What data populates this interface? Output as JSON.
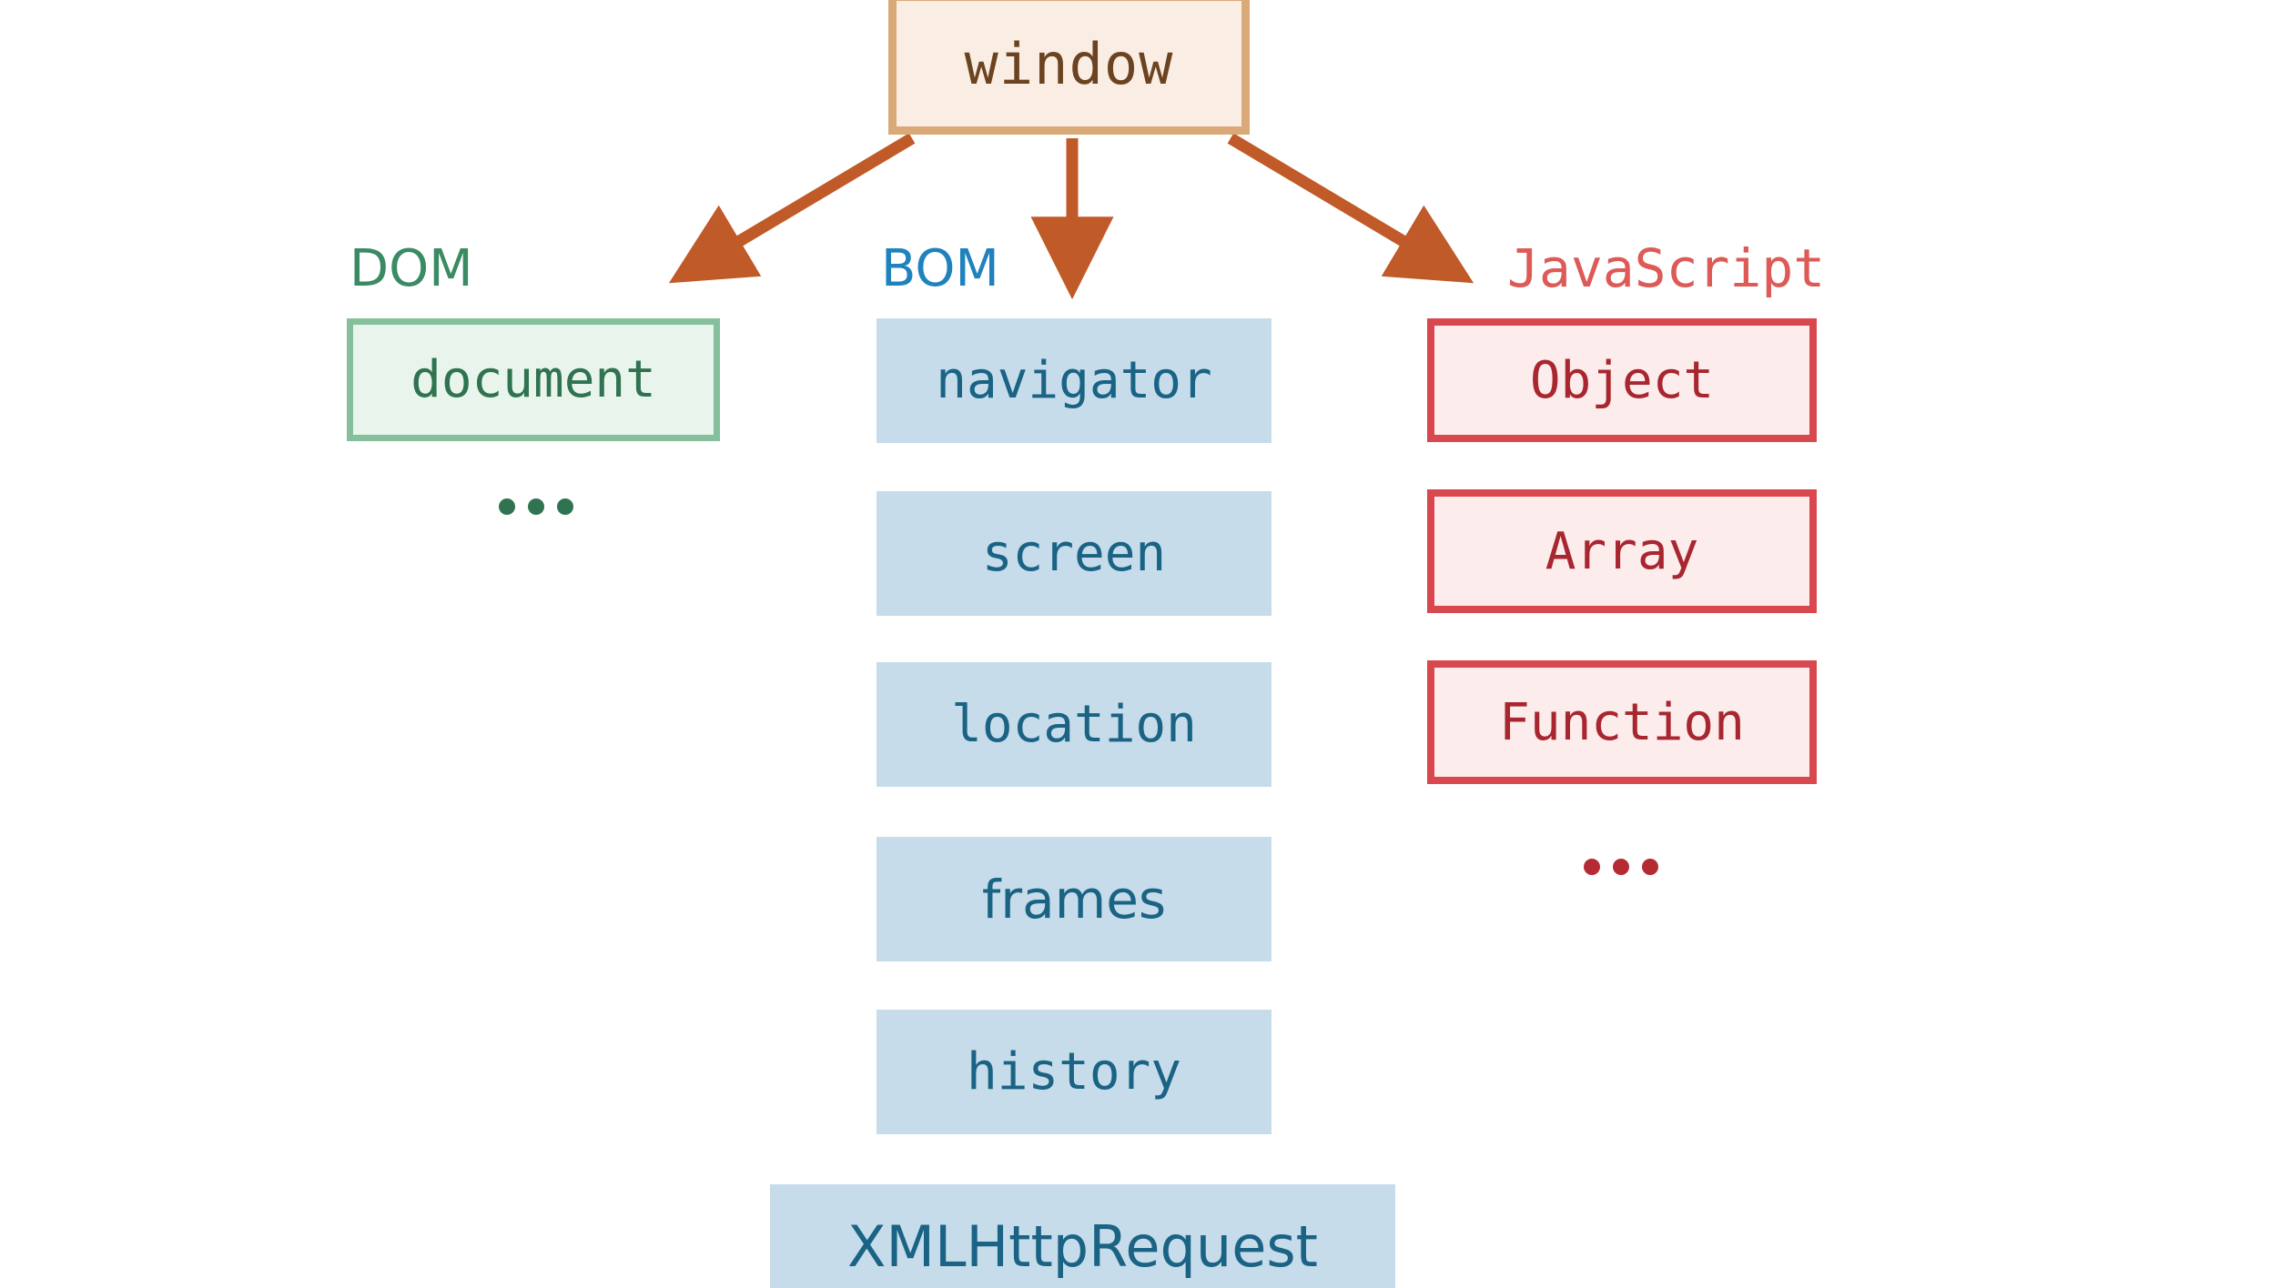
{
  "diagram": {
    "title": "window",
    "root": {
      "label": "window"
    },
    "columns": [
      {
        "key": "dom",
        "label": "DOM",
        "accent": "#3a8a63",
        "items": [
          {
            "label": "document"
          }
        ],
        "has_ellipsis": true,
        "ellipsis": "..."
      },
      {
        "key": "bom",
        "label": "BOM",
        "accent": "#1f82bd",
        "items": [
          {
            "label": "navigator"
          },
          {
            "label": "screen"
          },
          {
            "label": "location"
          },
          {
            "label": "frames"
          },
          {
            "label": "history"
          },
          {
            "label": "XMLHttpRequest"
          }
        ],
        "has_ellipsis": false
      },
      {
        "key": "javascript",
        "label": "JavaScript",
        "accent": "#dd5a57",
        "items": [
          {
            "label": "Object"
          },
          {
            "label": "Array"
          },
          {
            "label": "Function"
          }
        ],
        "has_ellipsis": true,
        "ellipsis": "..."
      }
    ],
    "arrows": [
      {
        "name": "arrow-window-to-dom",
        "direction": "down-left"
      },
      {
        "name": "arrow-window-to-bom",
        "direction": "down"
      },
      {
        "name": "arrow-window-to-javascript",
        "direction": "down-right"
      }
    ],
    "colors": {
      "background": "#ffffff",
      "arrow": "#c05a28",
      "root_border": "#d9a978",
      "root_fill": "#faeee4",
      "root_text": "#6b4320",
      "dom_border": "#85bf9b",
      "dom_fill": "#e9f4ec",
      "dom_text": "#2f7350",
      "bom_fill": "#c6dcea",
      "bom_text": "#1a6384",
      "js_border": "#d9474f",
      "js_fill": "#fdecec",
      "js_text": "#a8262f"
    }
  }
}
